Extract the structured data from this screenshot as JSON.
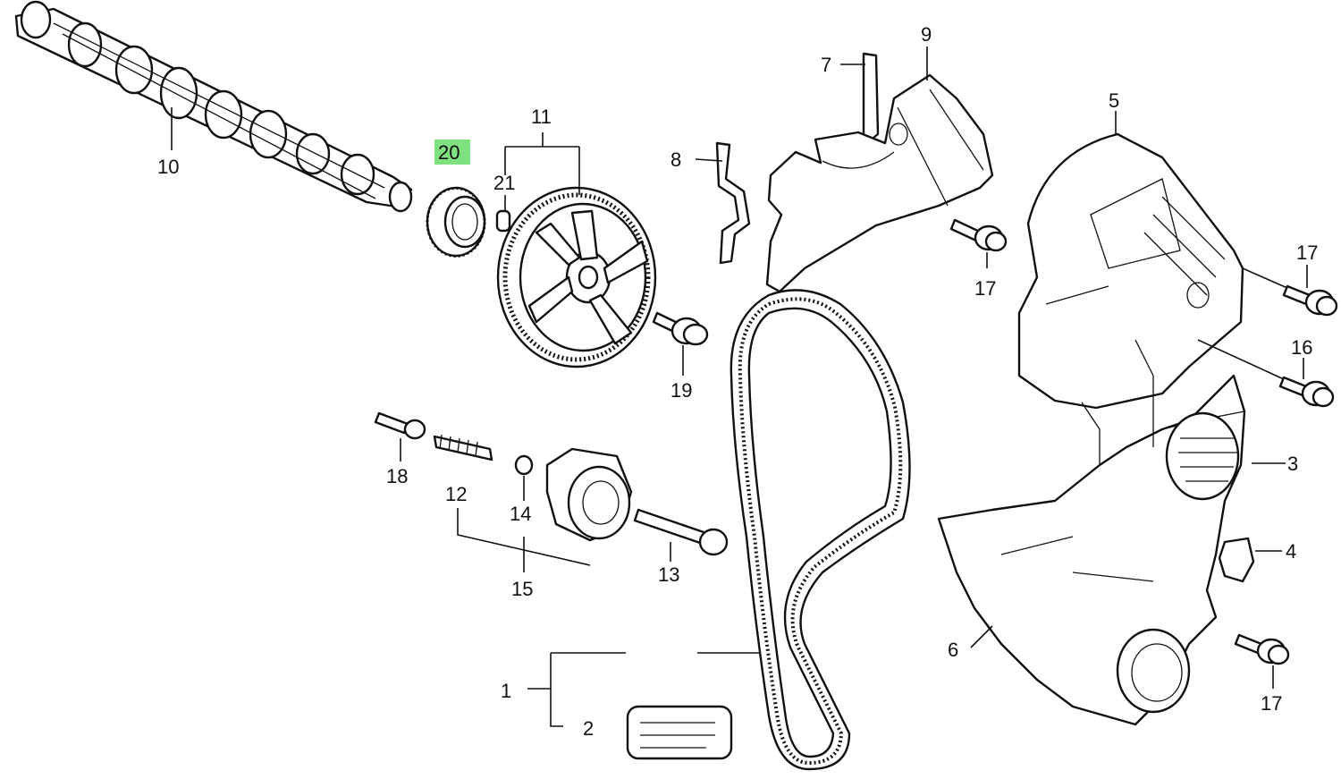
{
  "callouts": {
    "c1": "1",
    "c2": "2",
    "c3": "3",
    "c4": "4",
    "c5": "5",
    "c6": "6",
    "c7": "7",
    "c8": "8",
    "c9": "9",
    "c10": "10",
    "c11": "11",
    "c12": "12",
    "c13": "13",
    "c14": "14",
    "c15": "15",
    "c16": "16",
    "c17a": "17",
    "c17b": "17",
    "c17c": "17",
    "c18": "18",
    "c19": "19",
    "c20": "20",
    "c21": "21"
  },
  "highlight": {
    "part": "20",
    "color": "#7ee07e"
  }
}
